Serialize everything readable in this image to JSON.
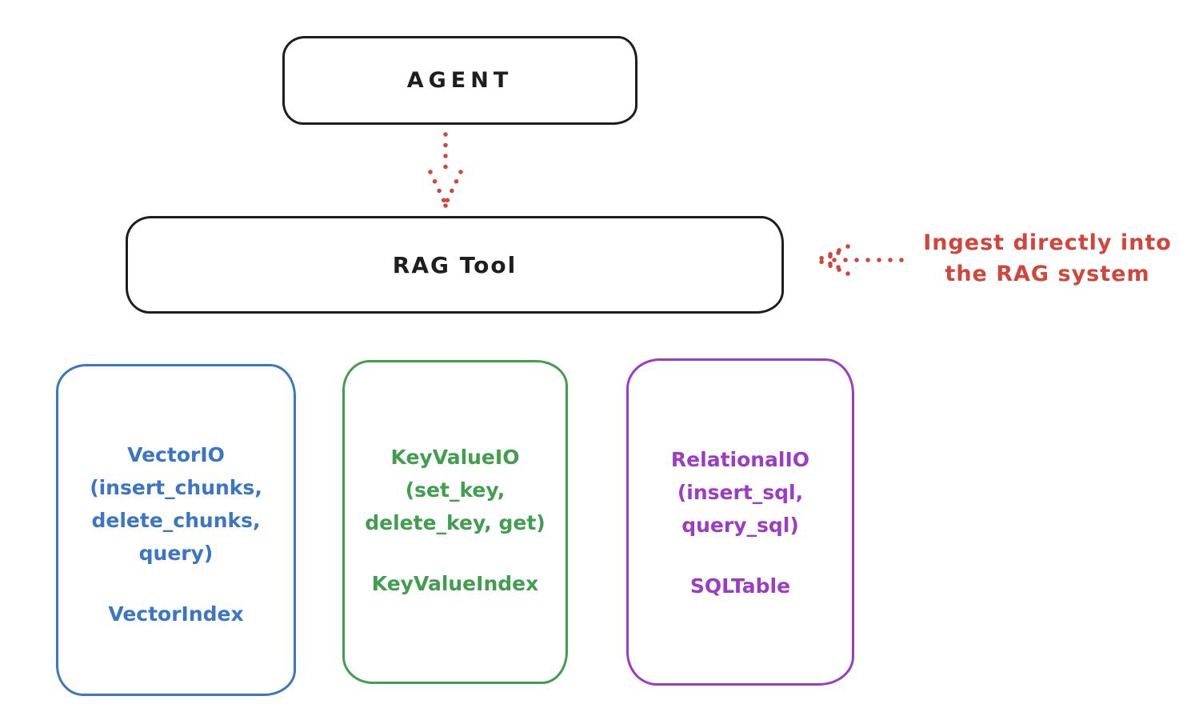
{
  "colors": {
    "ink": "#1e1e1e",
    "red": "#d1453a",
    "blue": "#3a76c4",
    "green": "#419e4f",
    "purple": "#9c3bc4",
    "background": "#ffffff"
  },
  "agent_box": {
    "label": "AGENT"
  },
  "rag_box": {
    "label": "RAG Tool"
  },
  "annotation": {
    "line1": "Ingest directly into",
    "line2": "the RAG system"
  },
  "arrows": [
    {
      "name": "agent-to-rag",
      "style": "dotted",
      "direction": "down",
      "color": "#d1453a"
    },
    {
      "name": "annotation-to-rag",
      "style": "dotted",
      "direction": "left",
      "color": "#d1453a"
    }
  ],
  "backends": [
    {
      "name": "vector-io",
      "color": "#3a76c4",
      "lines": [
        "VectorIO",
        "(insert_chunks,",
        "delete_chunks,",
        "query)"
      ],
      "index_label": "VectorIndex"
    },
    {
      "name": "key-value-io",
      "color": "#419e4f",
      "lines": [
        "KeyValueIO",
        "(set_key,",
        "delete_key, get)"
      ],
      "index_label": "KeyValueIndex"
    },
    {
      "name": "relational-io",
      "color": "#9c3bc4",
      "lines": [
        "RelationalIO",
        "(insert_sql,",
        "query_sql)"
      ],
      "index_label": "SQLTable"
    }
  ]
}
